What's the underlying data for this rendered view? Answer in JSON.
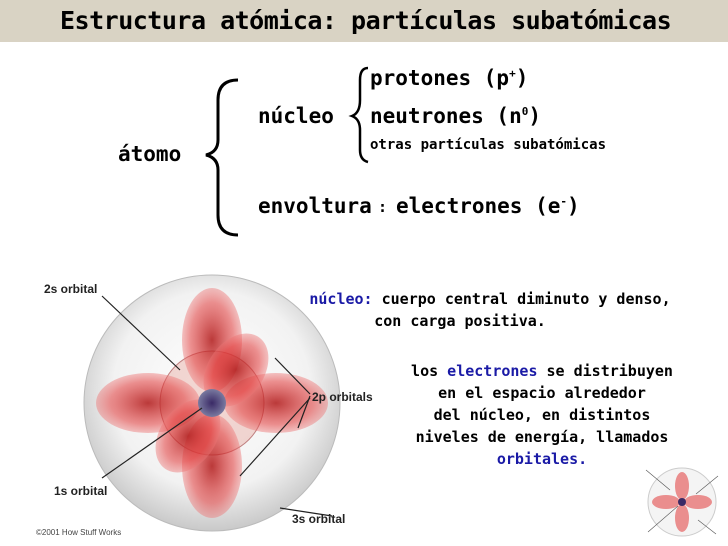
{
  "title": "Estructura atómica: partículas subatómicas",
  "atom_label": "átomo",
  "nucleus": {
    "label": "núcleo",
    "protons": "protones (p",
    "protons_sup": "+",
    "neutrons": "neutrones (n",
    "neutrons_sup": "0",
    "others": "otras partículas subatómicas"
  },
  "shell": {
    "label": "envoltura",
    "separator": ":",
    "electrons": "electrones (e",
    "electrons_sup": "-"
  },
  "nucleus_desc": {
    "term": "núcleo:",
    "line1": "cuerpo central diminuto y denso,",
    "line2": "con carga positiva."
  },
  "electron_desc": {
    "los": "los",
    "electrones": "electrones",
    "distribuyen": "se distribuyen",
    "line2": "en el espacio alrededor",
    "line3": "del núcleo, en distintos",
    "line4": "niveles de energía, llamados",
    "orbitales": "orbitales",
    "period": "."
  },
  "diagram": {
    "label_2s": "2s orbital",
    "label_2p": "2p orbitals",
    "label_1s": "1s orbital",
    "label_3s": "3s orbital",
    "copyright": "©2001 How Stuff Works"
  },
  "colors": {
    "title_bar": "#d9d3c4",
    "accent_blue": "#1a1aa6",
    "lobe_red": "#e23a3a"
  }
}
